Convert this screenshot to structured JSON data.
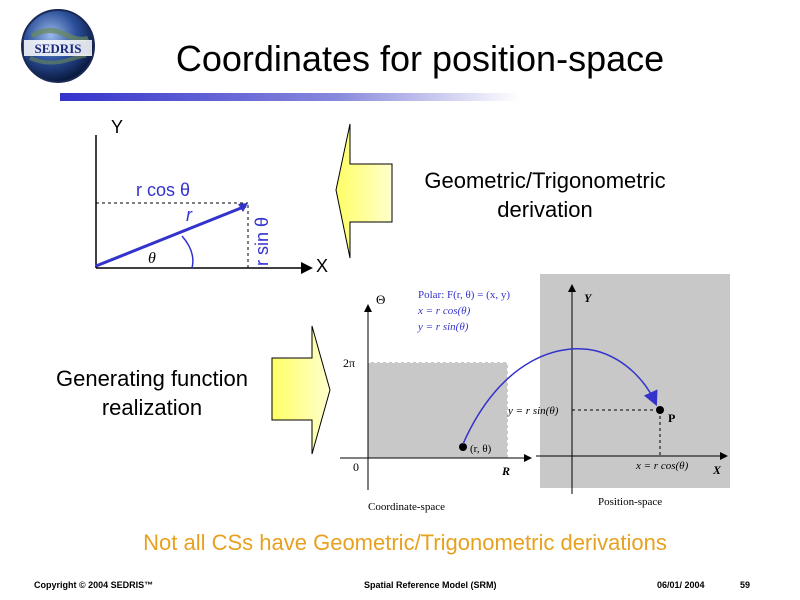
{
  "slide": {
    "title": "Coordinates for position-space",
    "logo_text": "SEDRIS",
    "geometric_label": "Geometric/Trigonometric derivation",
    "generating_label": "Generating function realization",
    "note": "Not all CSs have Geometric/Trigonometric derivations"
  },
  "triangle_diagram": {
    "y_axis_label": "Y",
    "x_axis_label": "X",
    "r_cos_label": "r cos θ",
    "r_label": "r",
    "r_sin_label": "r sin θ",
    "theta_label": "θ"
  },
  "function_diagram": {
    "polar_line": "Polar:  F(r, θ) = (x, y)",
    "x_formula": "x = r cos(θ)",
    "y_formula": "y = r sin(θ)",
    "theta_axis_label": "Θ",
    "two_pi_label": "2π",
    "zero_label": "0",
    "r_axis_label": "R",
    "point_label": "(r, θ)",
    "coordinate_space_label": "Coordinate-space",
    "position_y_axis_label": "Y",
    "position_x_axis_label": "X",
    "y_value_label": "y = r sin(θ)",
    "x_value_label": "x = r cos(θ)",
    "p_label": "P",
    "position_space_label": "Position-space"
  },
  "footer": {
    "copyright": "Copyright © 2004 SEDRIS™",
    "course": "Spatial Reference Model (SRM)",
    "date": "06/01/ 2004",
    "page": "59"
  },
  "colors": {
    "accent_blue": "#3333cc",
    "note_orange": "#e8a11f",
    "arrow_fill": "#ffff99",
    "region_gray": "#c8c8c8"
  }
}
